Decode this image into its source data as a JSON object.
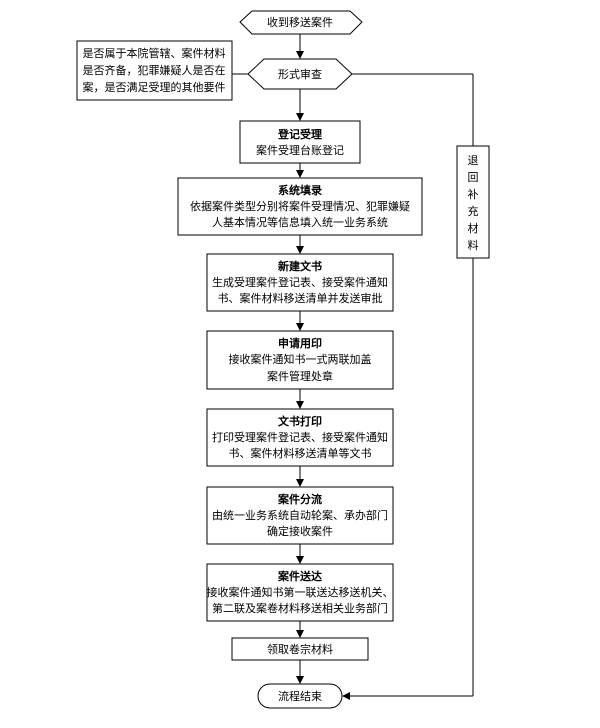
{
  "flow": {
    "start": "收到移送案件",
    "review": "形式审查",
    "review_note": {
      "line1": "是否属于本院管辖、案件材料",
      "line2": "是否齐备，犯罪嫌疑人是否在",
      "line3": "案，是否满足受理的其他要件"
    },
    "return_box": [
      "退",
      "回",
      "补",
      "充",
      "材",
      "料"
    ],
    "steps": [
      {
        "title": "登记受理",
        "lines": [
          "案件受理台账登记"
        ]
      },
      {
        "title": "系统填录",
        "lines": [
          "依据案件类型分别将案件受理情况、犯罪嫌疑",
          "人基本情况等信息填入统一业务系统"
        ]
      },
      {
        "title": "新建文书",
        "lines": [
          "生成受理案件登记表、接受案件通知",
          "书、案件材料移送清单并发送审批"
        ]
      },
      {
        "title": "申请用印",
        "lines": [
          "接收案件通知书一式两联加盖",
          "案件管理处章"
        ]
      },
      {
        "title": "文书打印",
        "lines": [
          "打印受理案件登记表、接受案件通知",
          "书、案件材料移送清单等文书"
        ]
      },
      {
        "title": "案件分流",
        "lines": [
          "由统一业务系统自动轮案、承办部门",
          "确定接收案件"
        ]
      },
      {
        "title": "案件送达",
        "lines": [
          "接收案件通知书第一联送达移送机关、",
          "第二联及案卷材料移送相关业务部门"
        ]
      }
    ],
    "receive": "领取卷宗材料",
    "end": "流程结束"
  }
}
